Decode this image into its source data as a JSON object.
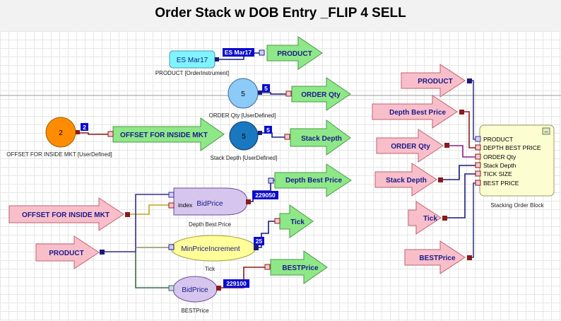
{
  "title": "Order Stack w DOB Entry _FLIP 4 SELL",
  "colors": {
    "green_arrow": "#8ee888",
    "pink_arrow": "#f8bfca",
    "port_red": "#8b1a1a",
    "port_blue": "#1a1a7a",
    "badge_blue": "#0b0bd0",
    "node_cyan": "#7ff4ff",
    "node_orange": "#ff8c00",
    "node_lightblue": "#8ccaf8",
    "node_blue": "#1a78c0",
    "node_lavender": "#d6c6ee",
    "node_yellow": "#ffff99",
    "block_yellow": "#fdfdd2"
  },
  "nodes": {
    "product_instrument": {
      "label": "ES Mar17",
      "caption": "PRODUCT [OrderInstrument]",
      "badge": "ES Mar17"
    },
    "order_qty": {
      "value": "5",
      "caption": "ORDER Qty [UserDefined]",
      "badge": "5"
    },
    "offset": {
      "value": "2",
      "caption": "OFFSET FOR INSIDE MKT [UserDefined]",
      "badge": "2"
    },
    "stack_depth": {
      "value": "5",
      "caption": "Stack Depth [UserDefined]",
      "badge": "5"
    },
    "bidprice_depth": {
      "label": "BidPrice",
      "caption": "Depth Best Price",
      "port_label": "index",
      "badge": "229050"
    },
    "min_price_increment": {
      "label": "MinPriceIncrement",
      "caption": "Tick",
      "badge": "25"
    },
    "bidprice_best": {
      "label": "BidPrice",
      "caption": "BESTPrice",
      "badge": "229100"
    }
  },
  "green_arrows": [
    "PRODUCT",
    "ORDER Qty",
    "OFFSET FOR INSIDE MKT",
    "Stack Depth",
    "Depth Best Price",
    "Tick",
    "BESTPrice"
  ],
  "pink_arrows_left": [
    "OFFSET FOR INSIDE MKT",
    "PRODUCT"
  ],
  "pink_arrows_right": [
    "PRODUCT",
    "Depth Best Price",
    "ORDER Qty",
    "Stack Depth",
    "Tick",
    "BESTPrice"
  ],
  "block": {
    "caption": "Stacking Order Block",
    "collapse": "–",
    "ports": [
      "PRODUCT",
      "DEPTH BEST PRICE",
      "ORDER Qty",
      "Stack Depth",
      "TICK SIZE",
      "BEST PRICE"
    ]
  }
}
